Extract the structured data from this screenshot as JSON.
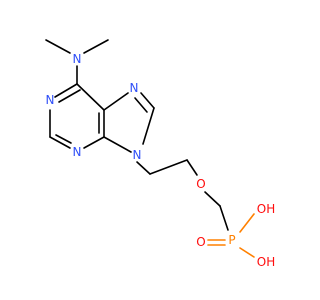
{
  "colors": {
    "carbon_bond": "#000000",
    "nitrogen": "#3050F8",
    "oxygen": "#FF0D0D",
    "phosphorus": "#FF8000",
    "background": "#FFFFFF"
  },
  "atoms": {
    "n_dimethylamino": {
      "symbol": "N",
      "color": "nitrogen"
    },
    "n1": {
      "symbol": "N",
      "color": "nitrogen"
    },
    "n3": {
      "symbol": "N",
      "color": "nitrogen"
    },
    "n7": {
      "symbol": "N",
      "color": "nitrogen"
    },
    "n9": {
      "symbol": "N",
      "color": "nitrogen"
    },
    "o_ether": {
      "symbol": "O",
      "color": "oxygen"
    },
    "p": {
      "symbol": "P",
      "color": "phosphorus"
    },
    "o_double": {
      "symbol": "O",
      "color": "oxygen"
    },
    "oh_top": {
      "symbol": "OH",
      "color": "oxygen"
    },
    "oh_bottom": {
      "symbol": "OH",
      "color": "oxygen"
    }
  }
}
